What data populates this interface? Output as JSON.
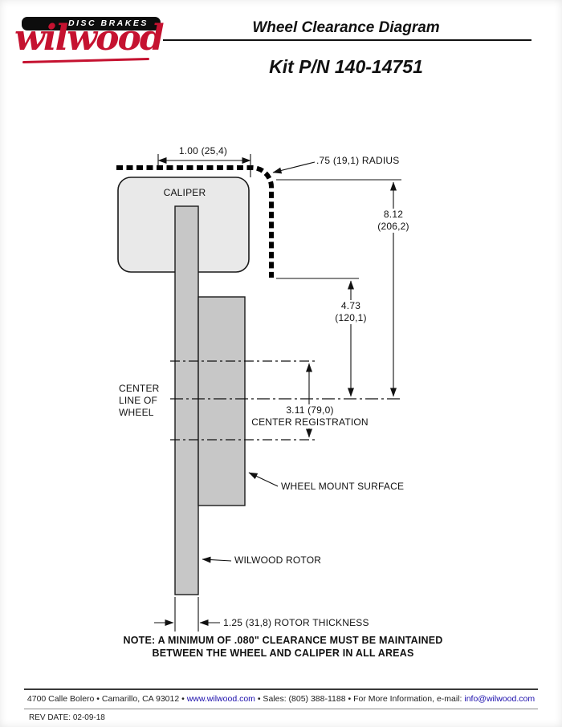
{
  "header": {
    "brand_tagline": "DISC BRAKES",
    "brand_name": "wilwood",
    "title": "Wheel Clearance Diagram",
    "kit_number": "Kit P/N 140-14751"
  },
  "diagram": {
    "caliper_label": "CALIPER",
    "dim_top": "1.00 (25,4)",
    "radius_label": ".75 (19,1) RADIUS",
    "dim_height": "8.12\n(206,2)",
    "dim_mid": "4.73\n(120,1)",
    "centerline_label": "CENTER\nLINE OF\nWHEEL",
    "registration_value": "3.11 (79,0)",
    "registration_label": "CENTER REGISTRATION",
    "wheel_mount_label": "WHEEL MOUNT SURFACE",
    "rotor_label": "WILWOOD ROTOR",
    "thickness_label": "1.25 (31,8) ROTOR THICKNESS",
    "note": "NOTE: A MINIMUM OF .080\" CLEARANCE MUST BE MAINTAINED\nBETWEEN THE WHEEL AND CALIPER IN ALL AREAS"
  },
  "footer": {
    "address": "4700 Calle Bolero • Camarillo, CA 93012 •",
    "website": "www.wilwood.com",
    "sales": "• Sales: (805) 388-1188 • For More Information, e-mail:",
    "email": "info@wilwood.com",
    "rev_label": "REV DATE:",
    "rev_value": "02-09-18"
  },
  "colors": {
    "brand_red": "#c51230",
    "link_blue": "#1a0dab",
    "caliper_fill": "#e9e9e9",
    "rotor_fill": "#c7c7c7"
  }
}
